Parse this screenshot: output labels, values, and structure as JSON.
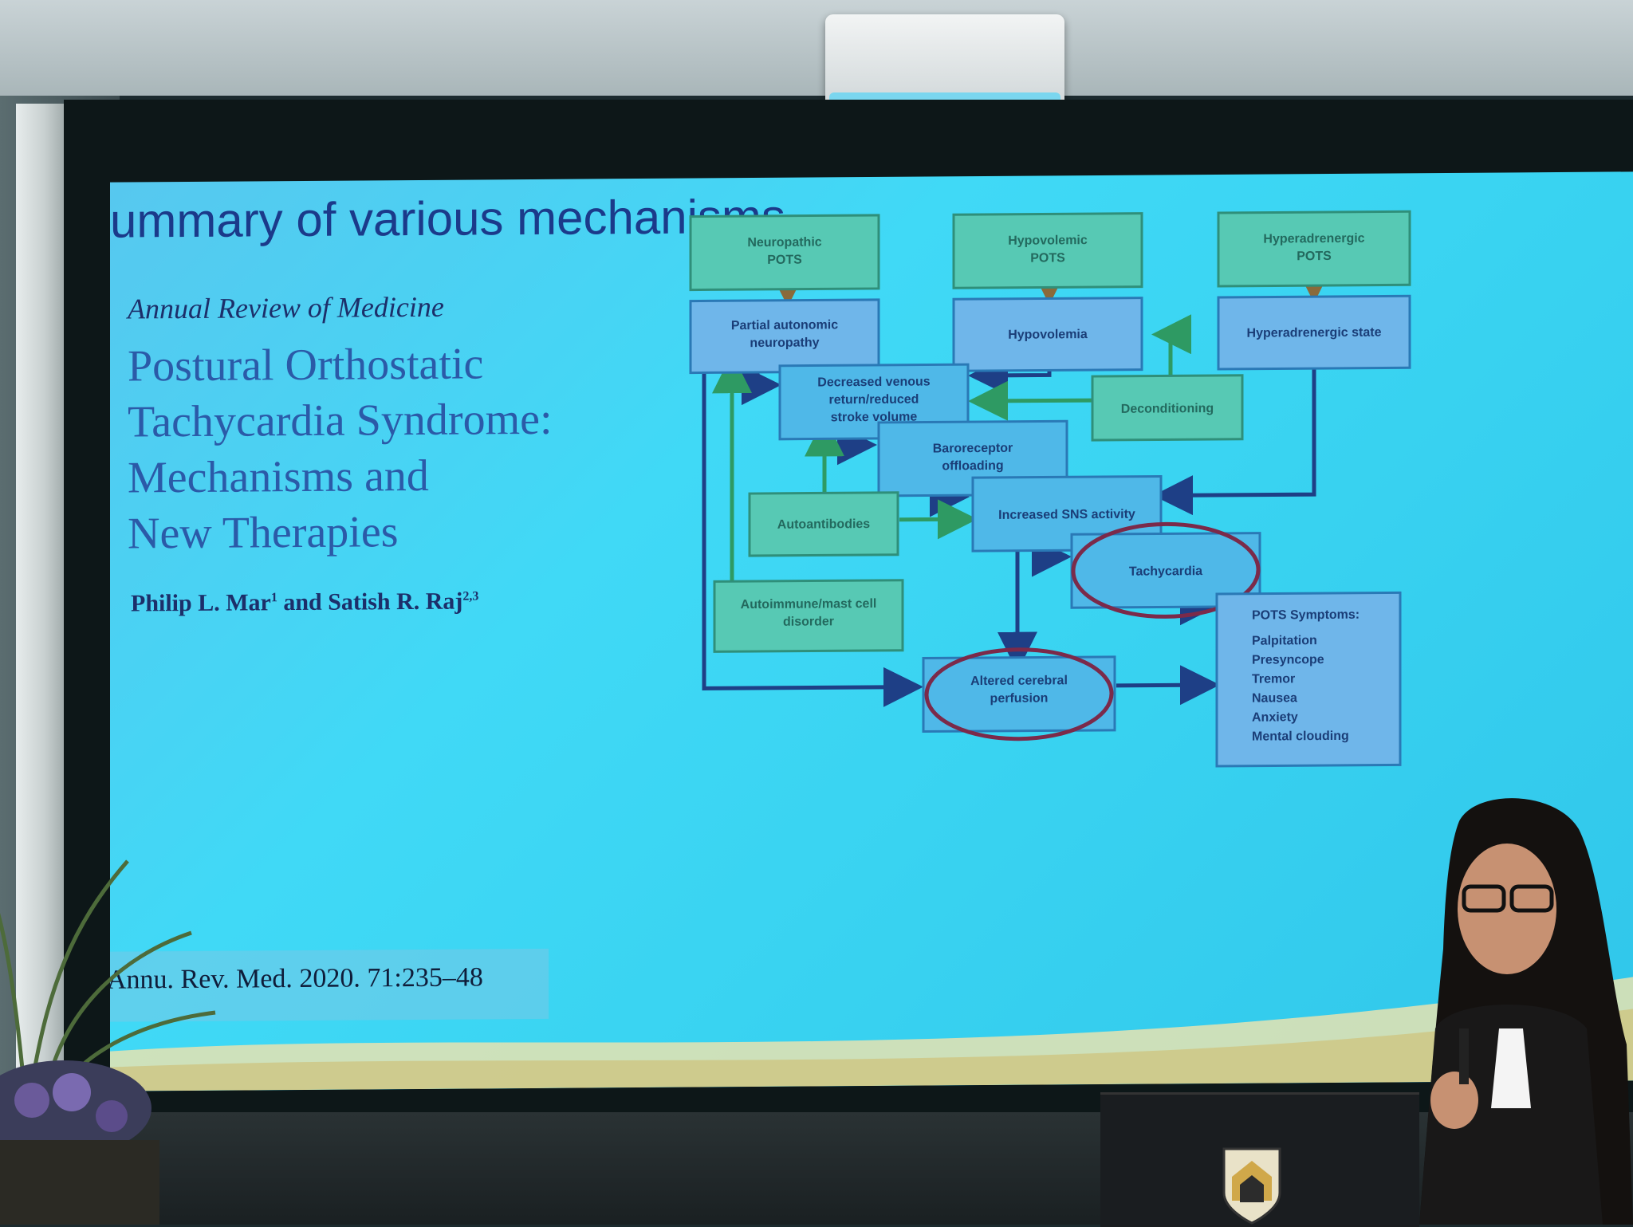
{
  "slide": {
    "title": "ummary of various mechanisms",
    "journal": "Annual Review of Medicine",
    "paper_title_lines": [
      "Postural Orthostatic",
      "Tachycardia Syndrome:",
      "Mechanisms and",
      "New Therapies"
    ],
    "authors": "Philip L. Mar",
    "authors_sup1": "1",
    "authors_mid": " and Satish R. Raj",
    "authors_sup2": "2,3",
    "citation": "Annu. Rev. Med. 2020. 71:235–48"
  },
  "diagram": {
    "nodes": {
      "neuropathic_pots": [
        "Neuropathic",
        "POTS"
      ],
      "hypovolemic_pots": [
        "Hypovolemic",
        "POTS"
      ],
      "hyperadrenergic_pots": [
        "Hyperadrenergic",
        "POTS"
      ],
      "partial_autonomic": [
        "Partial autonomic",
        "neuropathy"
      ],
      "hypovolemia": [
        "Hypovolemia"
      ],
      "hyperadrenergic_state": [
        "Hyperadrenergic state"
      ],
      "decreased_venous": [
        "Decreased venous",
        "return/reduced",
        "stroke volume"
      ],
      "deconditioning": [
        "Deconditioning"
      ],
      "baroreceptor": [
        "Baroreceptor",
        "offloading"
      ],
      "autoantibodies": [
        "Autoantibodies"
      ],
      "increased_sns": [
        "Increased SNS activity"
      ],
      "tachycardia": [
        "Tachycardia"
      ],
      "autoimmune": [
        "Autoimmune/mast cell",
        "disorder"
      ],
      "pots_symptoms_title": "POTS Symptoms:",
      "pots_symptoms": [
        "Palpitation",
        "Presyncope",
        "Tremor",
        "Nausea",
        "Anxiety",
        "Mental clouding"
      ],
      "altered_cerebral": [
        "Altered cerebral",
        "perfusion"
      ]
    }
  },
  "colors": {
    "screen": "#3fd3f3",
    "title": "#1b3a8a",
    "green_box": "#57c9b4",
    "blue_box": "#4fb8e8",
    "arrow_dark": "#1e3f86",
    "arrow_green": "#2e9a63",
    "highlight_circle": "#7b2a4a"
  }
}
